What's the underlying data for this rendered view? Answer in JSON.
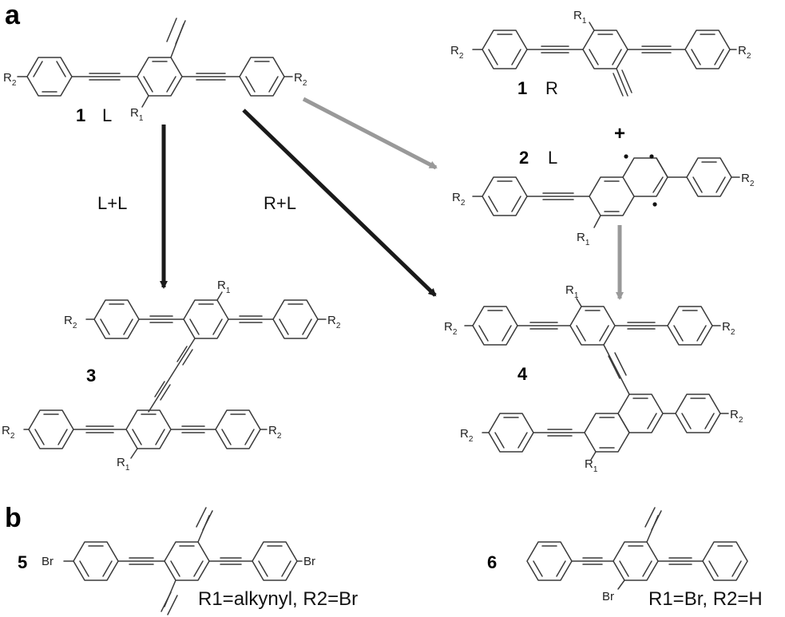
{
  "panels": {
    "a": "a",
    "b": "b"
  },
  "compound_1L": {
    "number": "1",
    "tag": "L",
    "r1": "R",
    "r1_sub": "1",
    "r2": "R",
    "r2_sub": "2"
  },
  "compound_1R": {
    "number": "1",
    "tag": "R",
    "r1": "R",
    "r1_sub": "1",
    "r2": "R",
    "r2_sub": "2"
  },
  "plus": "+",
  "compound_2L": {
    "number": "2",
    "tag": "L",
    "r1": "R",
    "r1_sub": "1",
    "r2": "R",
    "r2_sub": "2"
  },
  "compound_3": {
    "number": "3",
    "r1": "R",
    "r1_sub": "1",
    "r2": "R",
    "r2_sub": "2"
  },
  "compound_4": {
    "number": "4",
    "r1": "R",
    "r1_sub": "1",
    "r2": "R",
    "r2_sub": "2"
  },
  "arrows": {
    "left_label": "L+L",
    "middle_label": "R+L"
  },
  "compound_5": {
    "number": "5",
    "substituent": "Br",
    "definition": "R1=alkynyl, R2=Br"
  },
  "compound_6": {
    "number": "6",
    "substituent": "Br",
    "definition": "R1=Br, R2=H"
  },
  "colors": {
    "black_arrow": "#1a1a1a",
    "gray_arrow": "#999999",
    "bond": "#3a3a3a"
  }
}
